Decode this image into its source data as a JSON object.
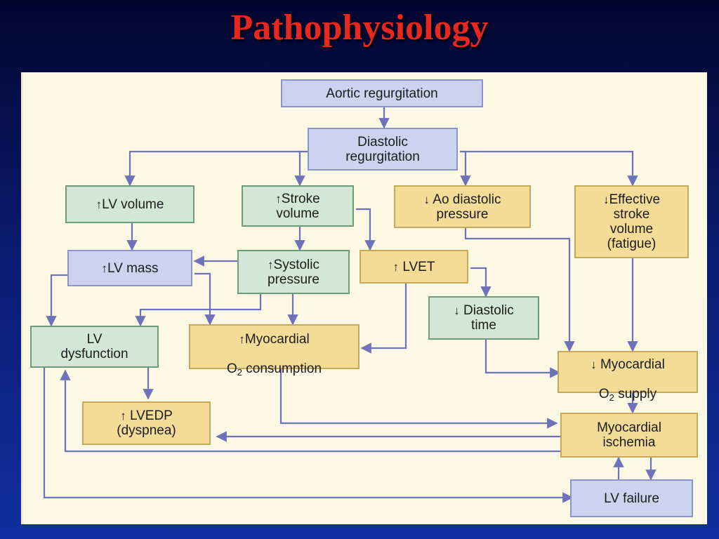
{
  "slide": {
    "title": "Pathophysiology"
  },
  "nodes": {
    "aortic_regurgitation": "Aortic regurgitation",
    "diastolic_regurgitation": "Diastolic\nregurgitation",
    "lv_volume": "LV volume",
    "stroke_volume": "Stroke\nvolume",
    "ao_diastolic_pressure": "Ao diastolic\npressure",
    "effective_stroke_volume": "Effective\nstroke\nvolume\n(fatigue)",
    "lv_mass": "LV mass",
    "systolic_pressure": "Systolic\npressure",
    "lvet": "LVET",
    "diastolic_time": "Diastolic\ntime",
    "lv_dysfunction": "LV\ndysfunction",
    "myocardial_o2_consumption_a": "Myocardial",
    "myocardial_o2_consumption_b": "consumption",
    "myocardial_o2_supply_a": "Myocardial",
    "myocardial_o2_supply_b": "supply",
    "lvedp": "LVEDP\n(dyspnea)",
    "myocardial_ischemia": "Myocardial\nischemia",
    "lv_failure": "LV failure"
  },
  "symbols": {
    "up": "↑",
    "down": "↓",
    "o2_letter": "O",
    "o2_sub": "2"
  },
  "colors": {
    "title": "#e8281e",
    "panel": "#fbf8e3",
    "connector": "#6e72b8",
    "blue_box": "#cdd3ef",
    "green_box": "#d3e7d7",
    "yellow_box": "#f4dc96"
  }
}
